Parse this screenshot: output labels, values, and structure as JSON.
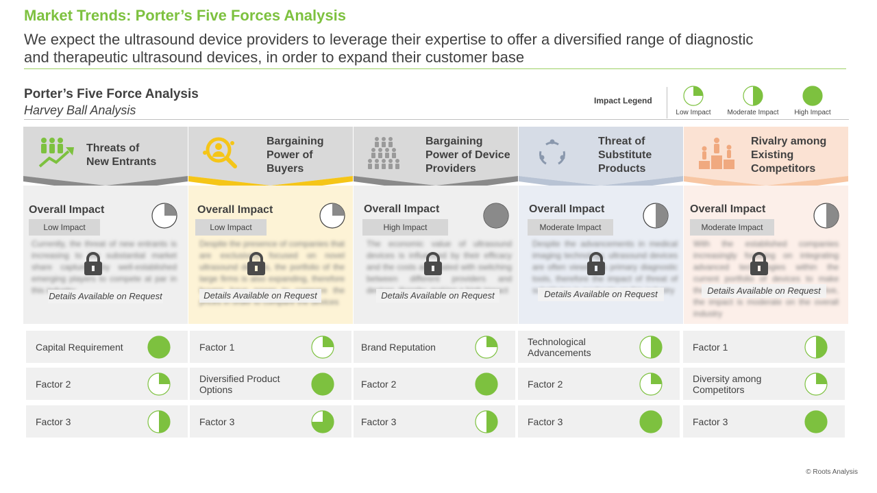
{
  "header": {
    "kicker": "Market Trends: Porter’s Five Forces Analysis",
    "headline_line1": "We expect the ultrasound device providers to leverage their expertise to offer a diversified range of diagnostic",
    "headline_line2": "and therapeutic ultrasound devices, in order to expand their customer base"
  },
  "section": {
    "title": "Porter’s Five Force Analysis",
    "subtitle": "Harvey Ball Analysis"
  },
  "legend": {
    "label": "Impact Legend",
    "items": [
      {
        "label": "Low Impact",
        "fill": 0.25
      },
      {
        "label": "Moderate Impact",
        "fill": 0.5
      },
      {
        "label": "High Impact",
        "fill": 1.0
      }
    ]
  },
  "overall_impact_label": "Overall Impact",
  "details_label": "Details Available on Request",
  "colors": {
    "green": "#7dc13f",
    "yellow": "#f5c518",
    "gray": "#8a8a8a",
    "blue_gray": "#b8c3d4",
    "peach": "#f7c6a3"
  },
  "forces": [
    {
      "title": [
        "Threats of",
        "New Entrants"
      ],
      "icon": "people-growth-icon",
      "impact_label": "Low Impact",
      "impact_fill": 0.25,
      "text": "Currently, the threat of new entrants is increasing to the substantial market share captured by well-established emerging players to compete at par in this industry",
      "factors": [
        {
          "label": "Capital Requirement",
          "fill": 1.0
        },
        {
          "label": "Factor 2",
          "fill": 0.25
        },
        {
          "label": "Factor 3",
          "fill": 0.5
        }
      ]
    },
    {
      "title": [
        "Bargaining",
        "Power of",
        "Buyers"
      ],
      "icon": "buyer-search-icon",
      "impact_label": "Low Impact",
      "impact_fill": 0.25,
      "text": "Despite the presence of companies that are exclusively focused on novel ultrasound devices, the portfolio of the large firms is also expanding, therefore buyers have power to compare the prices in order to compare the devices",
      "factors": [
        {
          "label": "Factor 1",
          "fill": 0.25
        },
        {
          "label": "Diversified Product Options",
          "fill": 1.0
        },
        {
          "label": "Factor 3",
          "fill": 0.75
        }
      ]
    },
    {
      "title": [
        "Bargaining",
        "Power of Device",
        "Providers"
      ],
      "icon": "providers-group-icon",
      "impact_label": "High Impact",
      "impact_fill": 1.0,
      "text": "The economic value of ultrasound devices is influenced by their efficacy and the costs associated with switching between different providers and devices, thereby, making a high impact",
      "factors": [
        {
          "label": "Brand Reputation",
          "fill": 0.25
        },
        {
          "label": "Factor 2",
          "fill": 1.0
        },
        {
          "label": "Factor 3",
          "fill": 0.5
        }
      ]
    },
    {
      "title": [
        "Threat of",
        "Substitute",
        "Products"
      ],
      "icon": "cycle-icon",
      "impact_label": "Moderate Impact",
      "impact_fill": 0.5,
      "text": "Despite the advancements in medical imaging technology, ultrasound devices are often viewed as primary diagnostic tools, therefore the impact of threat of substitutes is moderate on this industry",
      "factors": [
        {
          "label": "Technological Advancements",
          "fill": 0.5
        },
        {
          "label": "Factor 2",
          "fill": 0.25
        },
        {
          "label": "Factor 3",
          "fill": 1.0
        }
      ]
    },
    {
      "title": [
        "Rivalry among",
        "Existing",
        "Competitors"
      ],
      "icon": "podium-icon",
      "impact_label": "Moderate Impact",
      "impact_fill": 0.5,
      "text": "With the established companies increasingly focusing on integrating advanced technologies within the current portfolio of devices to make them more efficient and cost-effective, the impact is moderate on the overall industry",
      "factors": [
        {
          "label": "Factor 1",
          "fill": 0.5
        },
        {
          "label": "Diversity among Competitors",
          "fill": 0.25
        },
        {
          "label": "Factor 3",
          "fill": 1.0
        }
      ]
    }
  ],
  "footer": {
    "copyright": "© Roots Analysis"
  }
}
